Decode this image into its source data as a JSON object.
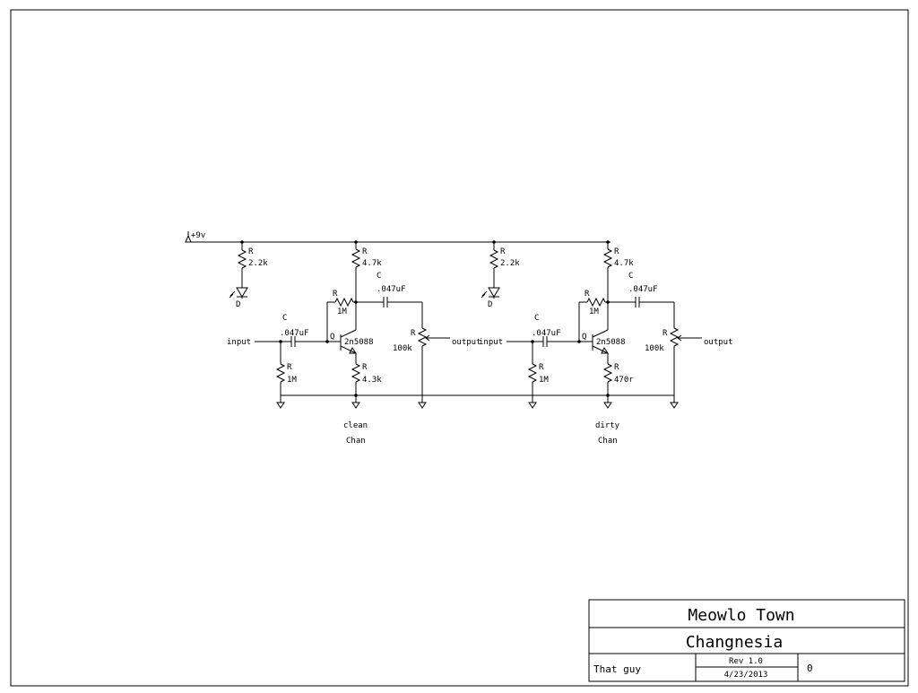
{
  "supply": {
    "label": "+9v"
  },
  "channels": [
    {
      "led_resistor": {
        "ref": "R",
        "value": "2.2k"
      },
      "led": {
        "ref": "D"
      },
      "collector_resistor": {
        "ref": "R",
        "value": "4.7k"
      },
      "bias_resistor": {
        "ref": "R",
        "value": "1M"
      },
      "output_cap": {
        "ref": "C",
        "value": ".047uF"
      },
      "input_cap": {
        "ref": "C",
        "value": ".047uF"
      },
      "input_label": "input",
      "input_resistor": {
        "ref": "R",
        "value": "1M"
      },
      "transistor": {
        "ref": "Q",
        "part": "2n5088"
      },
      "emitter_resistor": {
        "ref": "R",
        "value": "4.3k"
      },
      "pot": {
        "ref": "R",
        "value": "100k"
      },
      "output_label": "output",
      "name_line1": "clean",
      "name_line2": "Chan"
    },
    {
      "led_resistor": {
        "ref": "R",
        "value": "2.2k"
      },
      "led": {
        "ref": "D"
      },
      "collector_resistor": {
        "ref": "R",
        "value": "4.7k"
      },
      "bias_resistor": {
        "ref": "R",
        "value": "1M"
      },
      "output_cap": {
        "ref": "C",
        "value": ".047uF"
      },
      "input_cap": {
        "ref": "C",
        "value": ".047uF"
      },
      "input_label": "input",
      "input_resistor": {
        "ref": "R",
        "value": "1M"
      },
      "transistor": {
        "ref": "Q",
        "part": "2n5088"
      },
      "emitter_resistor": {
        "ref": "R",
        "value": "470r"
      },
      "pot": {
        "ref": "R",
        "value": "100k"
      },
      "output_label": "output",
      "name_line1": "dirty",
      "name_line2": "Chan"
    }
  ],
  "title_block": {
    "company": "Meowlo Town",
    "title": "Changnesia",
    "author": "That guy",
    "revision": "Rev 1.0",
    "date": "4/23/2013",
    "sheet": "0"
  }
}
